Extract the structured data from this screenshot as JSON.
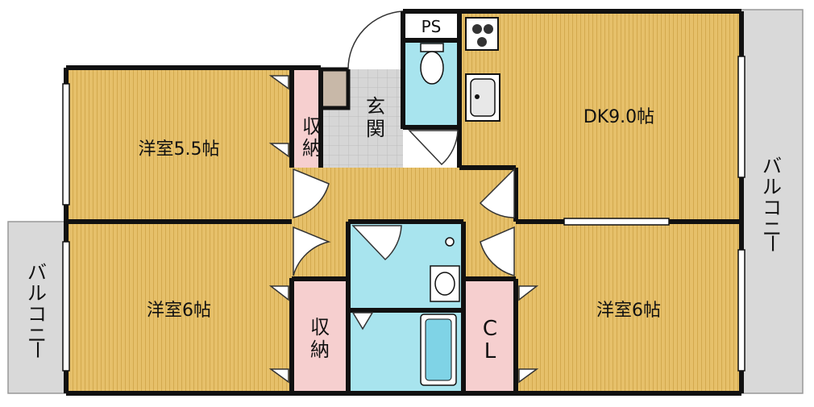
{
  "rooms": {
    "western_room_tl": "洋室5.5帖",
    "western_room_bl": "洋室6帖",
    "western_room_br": "洋室6帖",
    "dk": "DK9.0帖",
    "storage_top": [
      "収",
      "納"
    ],
    "storage_bottom": [
      "収",
      "納"
    ],
    "entrance": [
      "玄",
      "関"
    ],
    "closet": [
      "C",
      "L"
    ],
    "ps": "PS"
  },
  "balconies": {
    "left": [
      "バ",
      "ル",
      "コ",
      "ニ",
      "ー"
    ],
    "right": [
      "バ",
      "ル",
      "コ",
      "ニ",
      "ー"
    ]
  },
  "colors": {
    "flooring": "#e6c06a",
    "flooring_stripe": "#d3a94e",
    "storage": "#f6cfcf",
    "wet_area": "#a8e4ee",
    "entrance_tile": "#d6d6d6",
    "balcony": "#d9d9d9",
    "wall": "#111111"
  },
  "icons": {
    "stove": "stove-icon",
    "sink": "sink-icon",
    "toilet": "toilet-icon",
    "washbasin": "washbasin-icon",
    "bathtub": "bathtub-icon"
  }
}
